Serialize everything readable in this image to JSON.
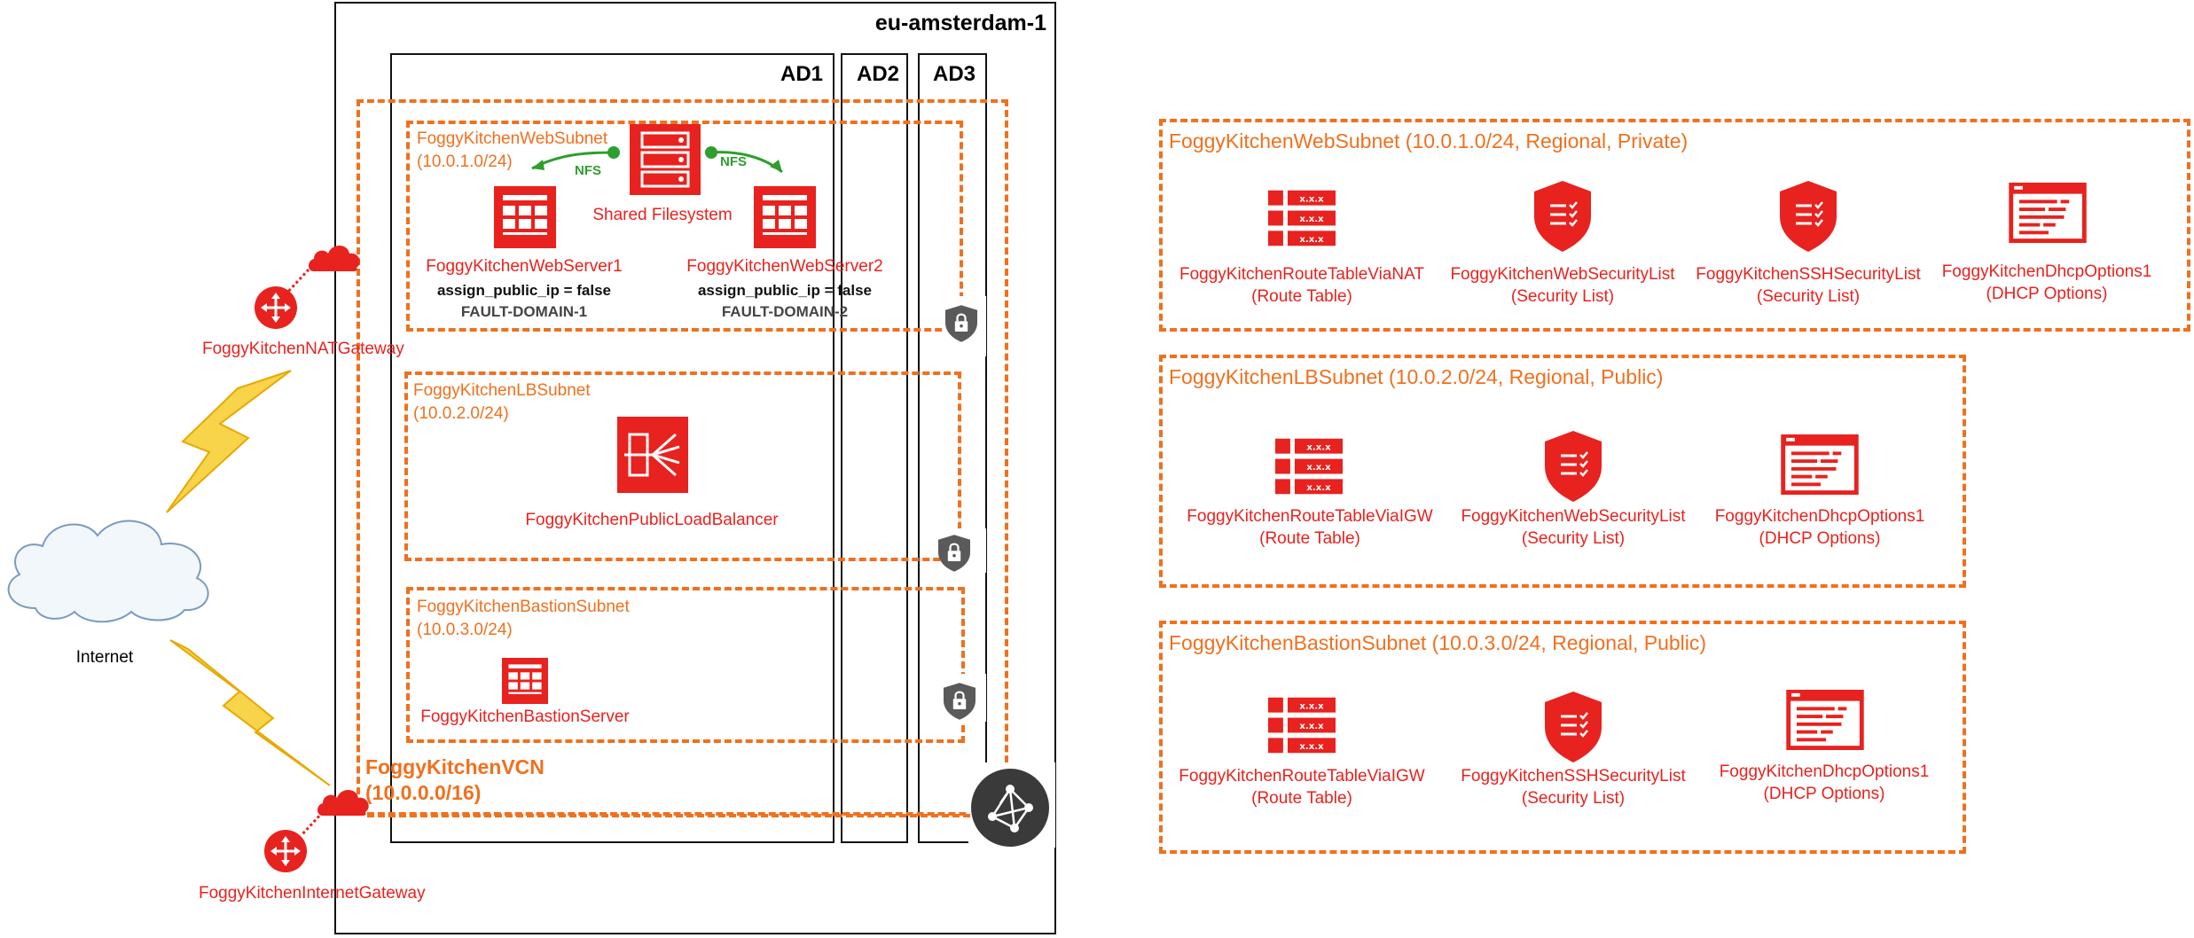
{
  "diagram": {
    "region": "eu-amsterdam-1",
    "availability_domains": [
      "AD1",
      "AD2",
      "AD3"
    ],
    "vcn": {
      "name": "FoggyKitchenVCN",
      "cidr": "(10.0.0.0/16)"
    },
    "internet": "Internet",
    "gateways": {
      "nat": "FoggyKitchenNATGateway",
      "internet": "FoggyKitchenInternetGateway"
    },
    "web_subnet": {
      "name": "FoggyKitchenWebSubnet",
      "cidr": "(10.0.1.0/24)",
      "filesystem": "Shared Filesystem",
      "nfs_label": "NFS",
      "server1": {
        "name": "FoggyKitchenWebServer1",
        "public_ip": "assign_public_ip = false",
        "fault_domain": "FAULT-DOMAIN-1"
      },
      "server2": {
        "name": "FoggyKitchenWebServer2",
        "public_ip": "assign_public_ip = false",
        "fault_domain": "FAULT-DOMAIN-2"
      }
    },
    "lb_subnet": {
      "name": "FoggyKitchenLBSubnet",
      "cidr": "(10.0.2.0/24)",
      "load_balancer": "FoggyKitchenPublicLoadBalancer"
    },
    "bastion_subnet": {
      "name": "FoggyKitchenBastionSubnet",
      "cidr": "(10.0.3.0/24)",
      "server": "FoggyKitchenBastionServer"
    }
  },
  "panels": [
    {
      "title": "FoggyKitchenWebSubnet (10.0.1.0/24, Regional, Private)",
      "resources": [
        {
          "icon": "route-table-icon",
          "name": "FoggyKitchenRouteTableViaNAT",
          "type": "(Route Table)"
        },
        {
          "icon": "security-list-icon",
          "name": "FoggyKitchenWebSecurityList",
          "type": "(Security List)"
        },
        {
          "icon": "security-list-icon",
          "name": "FoggyKitchenSSHSecurityList",
          "type": "(Security List)"
        },
        {
          "icon": "dhcp-options-icon",
          "name": "FoggyKitchenDhcpOptions1",
          "type": "(DHCP Options)"
        }
      ]
    },
    {
      "title": "FoggyKitchenLBSubnet (10.0.2.0/24, Regional, Public)",
      "resources": [
        {
          "icon": "route-table-icon",
          "name": "FoggyKitchenRouteTableViaIGW",
          "type": "(Route Table)"
        },
        {
          "icon": "security-list-icon",
          "name": "FoggyKitchenWebSecurityList",
          "type": "(Security List)"
        },
        {
          "icon": "dhcp-options-icon",
          "name": "FoggyKitchenDhcpOptions1",
          "type": "(DHCP Options)"
        }
      ]
    },
    {
      "title": "FoggyKitchenBastionSubnet (10.0.3.0/24, Regional, Public)",
      "resources": [
        {
          "icon": "route-table-icon",
          "name": "FoggyKitchenRouteTableViaIGW",
          "type": "(Route Table)"
        },
        {
          "icon": "security-list-icon",
          "name": "FoggyKitchenSSHSecurityList",
          "type": "(Security List)"
        },
        {
          "icon": "dhcp-options-icon",
          "name": "FoggyKitchenDhcpOptions1",
          "type": "(DHCP Options)"
        }
      ]
    }
  ],
  "colors": {
    "oracle_red": "#e8221e",
    "subnet_orange": "#f0701e",
    "nfs_green": "#2e9e2e",
    "lightning_yellow": "#f7d44a"
  }
}
